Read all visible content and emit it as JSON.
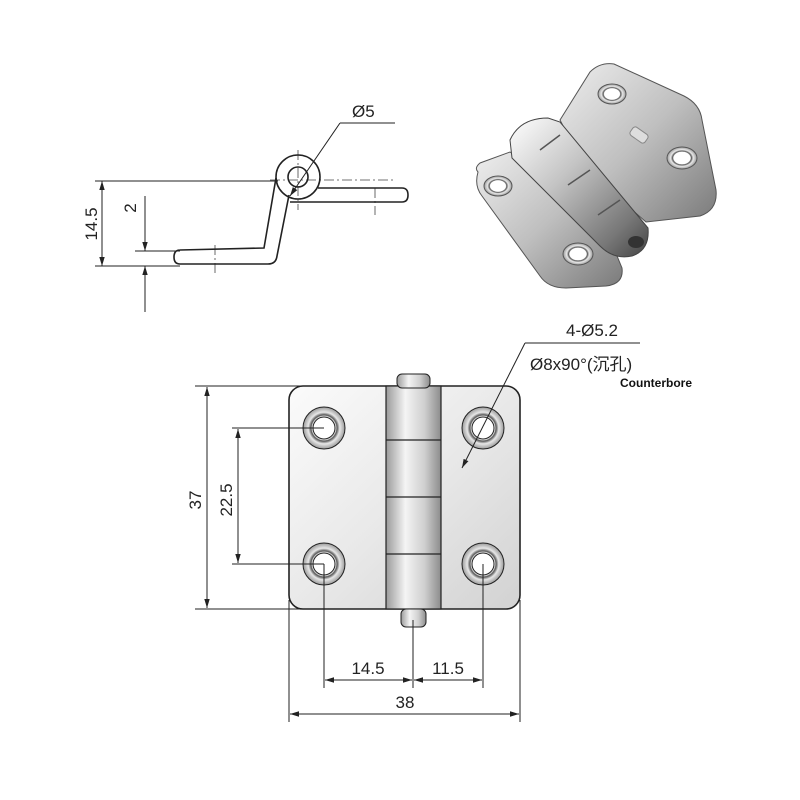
{
  "side_view": {
    "pin_diameter": "Ø5",
    "overall_height": "14.5",
    "leaf_thickness": "2"
  },
  "front_view": {
    "hole_spec": "4-Ø5.2",
    "counterbore_spec": "Ø8x90°(沉孔)",
    "counterbore_label": "Counterbore",
    "height": "37",
    "hole_spacing_vertical": "22.5",
    "offset_left": "14.5",
    "offset_right": "11.5",
    "width": "38"
  },
  "colors": {
    "line": "#222222",
    "metal_light": "#f2f2f2",
    "metal_mid": "#c8c8c8",
    "metal_dark": "#8a8a8a"
  }
}
